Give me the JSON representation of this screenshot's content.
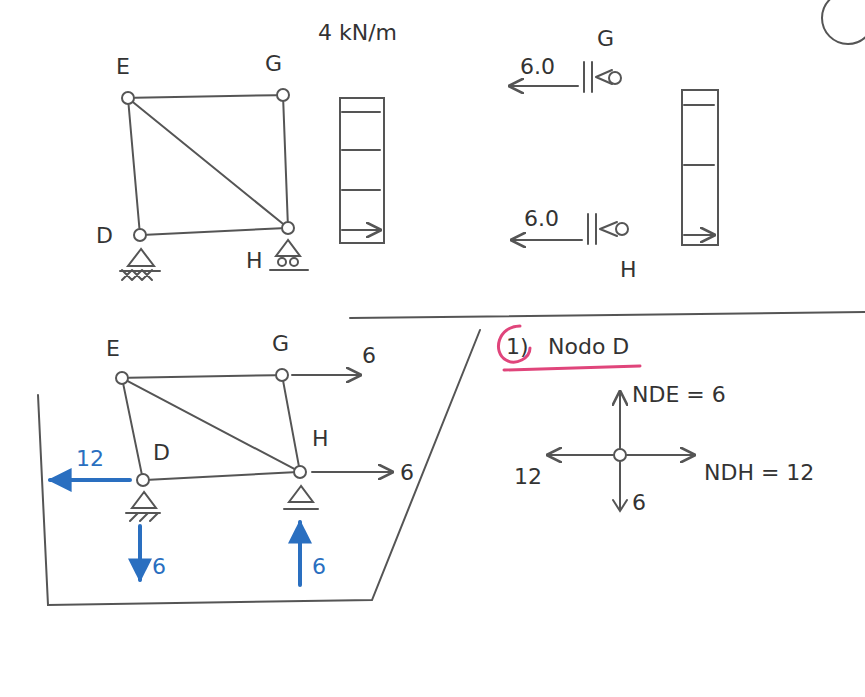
{
  "diagram": {
    "nodes": [
      {
        "text": [
          "E"
        ]
      },
      {
        "text": [
          "G"
        ]
      },
      {
        "text": [
          "D"
        ]
      },
      {
        "text": [
          "H"
        ]
      },
      {
        "text": [
          "G"
        ]
      },
      {
        "text": [
          "H"
        ]
      },
      {
        "text": [
          "E"
        ]
      },
      {
        "text": [
          "G"
        ]
      },
      {
        "text": [
          "D"
        ]
      },
      {
        "text": [
          "H"
        ]
      }
    ],
    "edges": [
      {
        "from": 0,
        "to": 1,
        "arrow": "none"
      },
      {
        "from": 0,
        "to": 2,
        "arrow": "none"
      },
      {
        "from": 0,
        "to": 3,
        "arrow": "none"
      },
      {
        "from": 1,
        "to": 3,
        "arrow": "none"
      },
      {
        "from": 2,
        "to": 3,
        "arrow": "none"
      },
      {
        "from": 6,
        "to": 7,
        "arrow": "none"
      },
      {
        "from": 6,
        "to": 8,
        "arrow": "none"
      },
      {
        "from": 6,
        "to": 9,
        "arrow": "none"
      },
      {
        "from": 7,
        "to": 9,
        "arrow": "none"
      },
      {
        "from": 8,
        "to": 9,
        "arrow": "none"
      }
    ],
    "labels": [
      "4 kN/m",
      "6.0",
      "6.0",
      "6",
      "12",
      "6",
      "6",
      "6",
      "1)",
      "Nodo D",
      "NDE = 6",
      "12",
      "6",
      "NDH = 12"
    ]
  }
}
